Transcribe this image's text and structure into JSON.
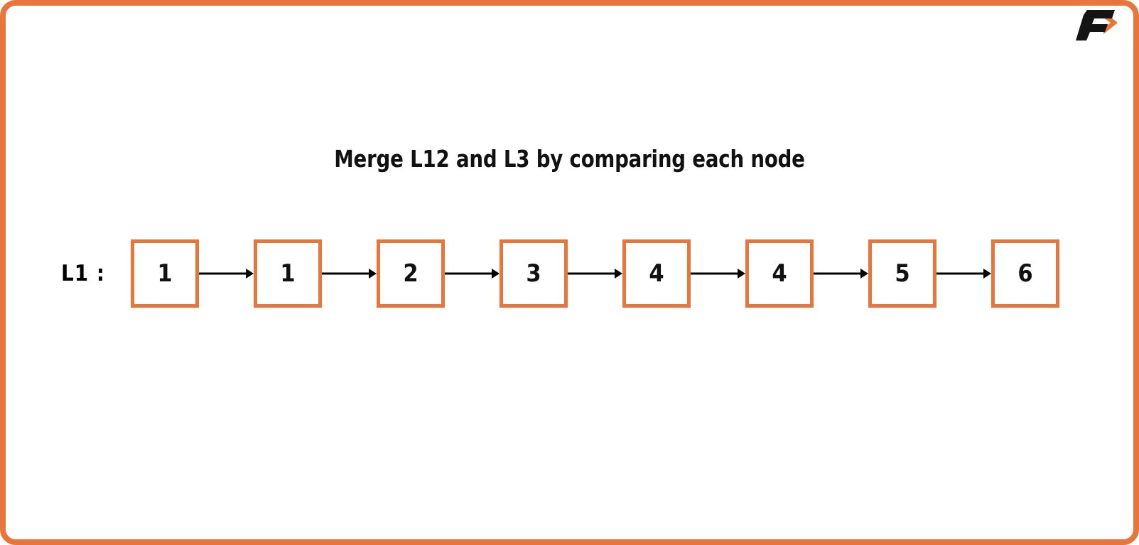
{
  "canvas": {
    "border_color": "#e8753b",
    "background": "#ffffff"
  },
  "logo": {
    "name": "favtutor-f-arrow-logo",
    "letter": "F",
    "letter_color": "#111111",
    "arrow_color": "#e8753b"
  },
  "title": {
    "text": "Merge L12 and L3 by comparing each node",
    "color": "#111111"
  },
  "list": {
    "label": "L1 :",
    "node_border_color": "#e8753b",
    "node_fill": "#ffffff",
    "arrow_color": "#000000",
    "nodes": [
      {
        "value": "1"
      },
      {
        "value": "1"
      },
      {
        "value": "2"
      },
      {
        "value": "3"
      },
      {
        "value": "4"
      },
      {
        "value": "4"
      },
      {
        "value": "5"
      },
      {
        "value": "6"
      }
    ]
  }
}
